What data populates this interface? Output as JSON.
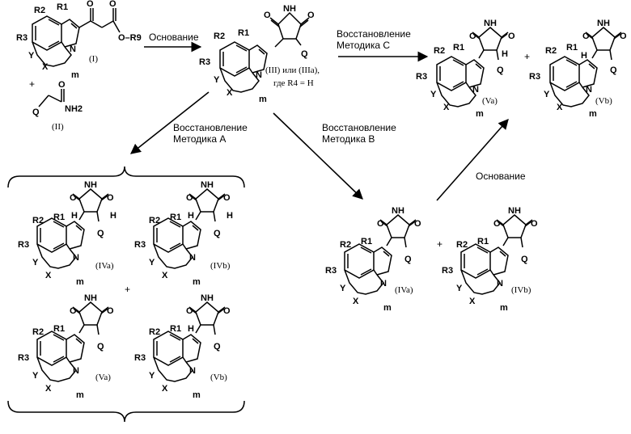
{
  "labels": {
    "base_top": "Основание",
    "base_right": "Основание",
    "reduction_c_line1": "Восстановление",
    "reduction_c_line2": "Методика C",
    "reduction_a_line1": "Восстановление",
    "reduction_a_line2": "Методика A",
    "reduction_b_line1": "Восстановление",
    "reduction_b_line2": "Методика B",
    "condition_line1": "(III) или (IIIa),",
    "condition_line2": "где R4 = H",
    "plus": "+"
  },
  "atoms": {
    "R1": "R1",
    "R2": "R2",
    "R3": "R3",
    "R9": "O–R9",
    "Y": "Y",
    "X": "X",
    "N": "N",
    "m": "m",
    "O": "O",
    "H": "H",
    "Q": "Q",
    "NH": "NH",
    "NH2": "NH2"
  },
  "compounds": {
    "I": "(I)",
    "II": "(II)",
    "IVa": "(IVa)",
    "IVb": "(IVb)",
    "Va": "(Va)",
    "Vb": "(Vb)"
  }
}
